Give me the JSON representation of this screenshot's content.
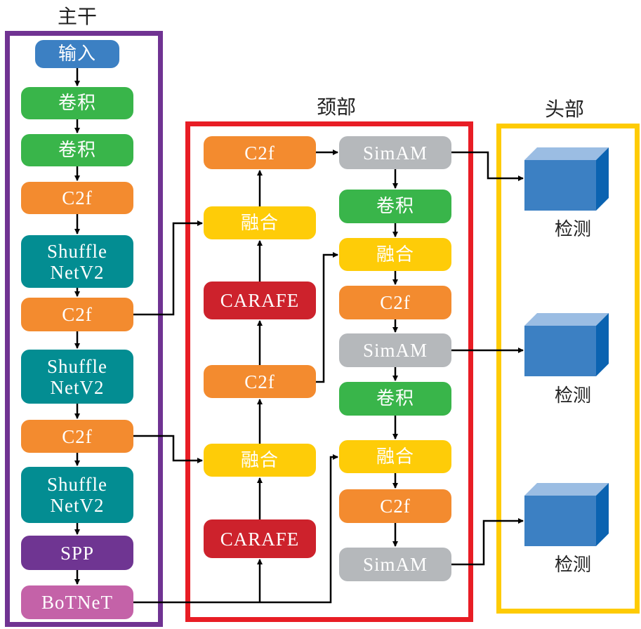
{
  "sections": {
    "backbone": {
      "title": "主干",
      "frame_color": "#703392"
    },
    "neck": {
      "title": "颈部",
      "frame_color": "#e81d25"
    },
    "head": {
      "title": "头部",
      "frame_color": "#fecb04"
    }
  },
  "colors": {
    "input": "#3c80c3",
    "conv": "#39b54a",
    "c2f": "#f38b2f",
    "shufflenet": "#038d92",
    "spp": "#6f3592",
    "botnet": "#c462a8",
    "fuse": "#fecc08",
    "carafe": "#cd222c",
    "simam": "#b5b8bb",
    "detect_cube": "#3c80c3"
  },
  "backbone": {
    "nodes": [
      {
        "label": "输入",
        "type": "input"
      },
      {
        "label": "卷积",
        "type": "conv"
      },
      {
        "label": "卷积",
        "type": "conv"
      },
      {
        "label": "C2f",
        "type": "c2f"
      },
      {
        "label": "Shuffle NetV2",
        "type": "shufflenet",
        "line1": "Shuffle",
        "line2": "NetV2"
      },
      {
        "label": "C2f",
        "type": "c2f"
      },
      {
        "label": "Shuffle NetV2",
        "type": "shufflenet",
        "line1": "Shuffle",
        "line2": "NetV2"
      },
      {
        "label": "C2f",
        "type": "c2f"
      },
      {
        "label": "Shuffle NetV2",
        "type": "shufflenet",
        "line1": "Shuffle",
        "line2": "NetV2"
      },
      {
        "label": "SPP",
        "type": "spp"
      },
      {
        "label": "BoTNeT",
        "type": "botnet"
      }
    ]
  },
  "neck": {
    "left_column": [
      {
        "label": "C2f",
        "type": "c2f"
      },
      {
        "label": "融合",
        "type": "fuse"
      },
      {
        "label": "CARAFE",
        "type": "carafe"
      },
      {
        "label": "C2f",
        "type": "c2f"
      },
      {
        "label": "融合",
        "type": "fuse"
      },
      {
        "label": "CARAFE",
        "type": "carafe"
      }
    ],
    "right_column": [
      {
        "label": "SimAM",
        "type": "simam"
      },
      {
        "label": "卷积",
        "type": "conv"
      },
      {
        "label": "融合",
        "type": "fuse"
      },
      {
        "label": "C2f",
        "type": "c2f"
      },
      {
        "label": "SimAM",
        "type": "simam"
      },
      {
        "label": "卷积",
        "type": "conv"
      },
      {
        "label": "融合",
        "type": "fuse"
      },
      {
        "label": "C2f",
        "type": "c2f"
      },
      {
        "label": "SimAM",
        "type": "simam"
      }
    ]
  },
  "head": {
    "detectors": [
      {
        "label": "检测"
      },
      {
        "label": "检测"
      },
      {
        "label": "检测"
      }
    ]
  }
}
